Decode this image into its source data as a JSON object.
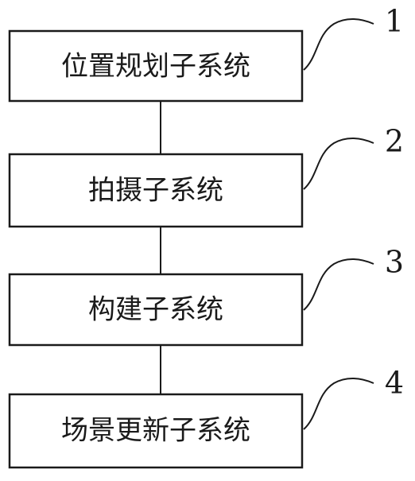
{
  "diagram": {
    "boxes": [
      {
        "label": "位置规划子系统",
        "ref": "1"
      },
      {
        "label": "拍摄子系统",
        "ref": "2"
      },
      {
        "label": "构建子系统",
        "ref": "3"
      },
      {
        "label": "场景更新子系统",
        "ref": "4"
      }
    ]
  }
}
